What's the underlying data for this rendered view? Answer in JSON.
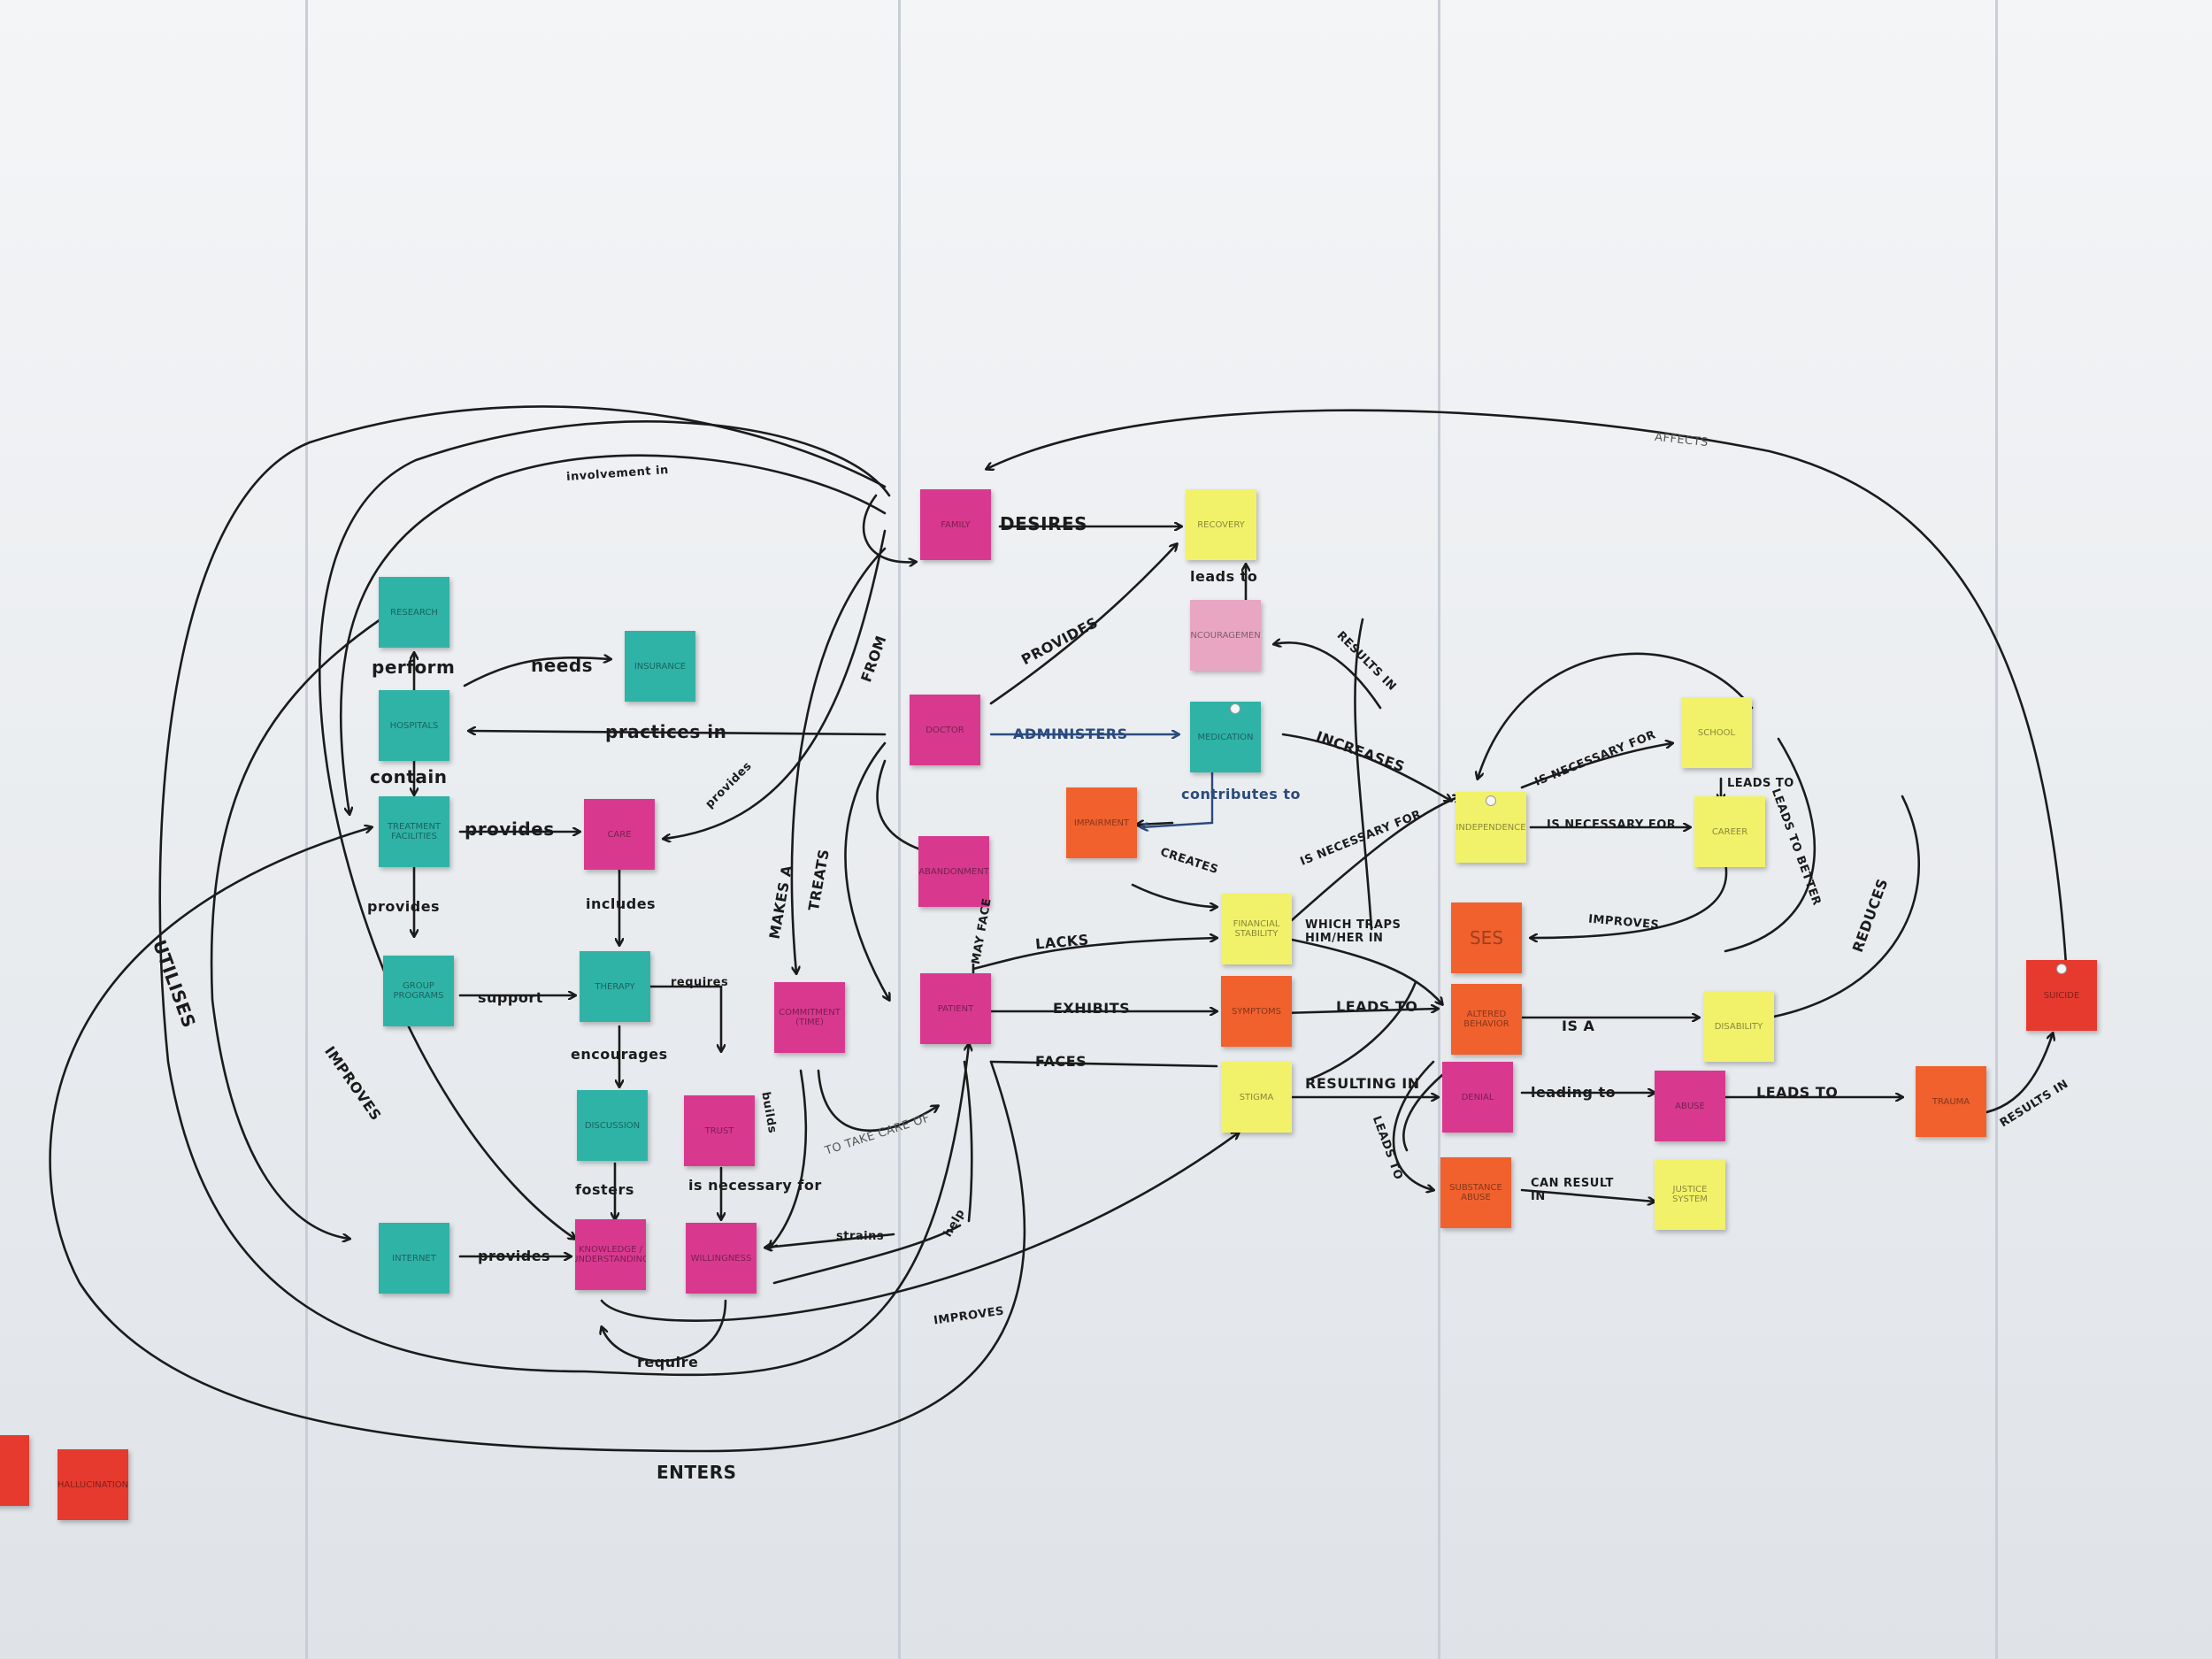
{
  "colors": {
    "teal": "#2fb3a7",
    "magenta": "#d8398f",
    "yellow": "#f2f26a",
    "orange": "#f0612e",
    "red": "#e63a2f",
    "ink": "#1b1b1b",
    "blue_ink": "#2b4a7e"
  },
  "notes": {
    "research": "Research",
    "insurance": "Insurance",
    "hospitals": "Hospitals",
    "treatment_facilities": "Treatment Facilities",
    "care": "Care",
    "group_programs": "Group Programs",
    "therapy": "Therapy",
    "discussion": "Discussion",
    "trust": "Trust",
    "internet": "Internet",
    "knowledge": "Knowledge / Understanding",
    "willingness": "Willingness",
    "commitment": "Commitment (time)",
    "family": "Family",
    "doctor": "Doctor",
    "abandonment": "Abandonment",
    "patient": "Patient",
    "recovery": "Recovery",
    "encouragement": "Encouragement",
    "medication": "Medication",
    "impairment": "Impairment",
    "financial_stability": "Financial Stability",
    "symptoms": "Symptoms",
    "stigma": "Stigma",
    "independence": "Independence",
    "school": "School",
    "career": "Career",
    "ses": "SES",
    "altered_behavior": "Altered Behavior",
    "disability": "Disability",
    "denial": "Denial",
    "abuse": "Abuse",
    "substance_abuse": "Substance Abuse",
    "justice_system": "Justice System",
    "trauma": "Trauma",
    "suicide": "Suicide",
    "hallucination": "Hallucination"
  },
  "labels": {
    "perform": "perform",
    "needs": "needs",
    "practices_in": "practices in",
    "contain": "contain",
    "provides_care": "provides",
    "provides_group": "provides",
    "includes": "includes",
    "support": "support",
    "requires": "requires",
    "encourages": "encourages",
    "fosters": "fosters",
    "is_necessary_for_will": "is necessary for",
    "provides_knowledge": "provides",
    "require": "require",
    "strains": "strains",
    "help": "help",
    "builds": "builds",
    "to_take_care_of": "TO TAKE CARE OF",
    "improves_knowledge": "IMPROVES",
    "involvement_in": "involvement in",
    "provides_diag": "provides",
    "from": "FROM",
    "makes_a": "MAKES A",
    "treats": "TREATS",
    "may_face": "MAY FACE",
    "utilises": "UTILISES",
    "improves_left": "IMPROVES",
    "enters": "ENTERS",
    "desires": "DESIRES",
    "leads_to_recovery": "leads to",
    "provides_doctor": "PROVIDES",
    "administers": "ADMINISTERS",
    "contributes_to": "contributes to",
    "creates": "CREATES",
    "results_in": "RESULTS IN",
    "increases": "INCREASES",
    "lacks": "LACKS",
    "exhibits": "EXHIBITS",
    "faces": "FACES",
    "which_traps": "WHICH TRAPS HIM/HER IN",
    "is_necessary_for_fin": "IS NECESSARY FOR",
    "leads_to_altered": "LEADS TO",
    "resulting_in": "RESULTING IN",
    "leads_to_substance": "LEADS TO",
    "is_necessary_for_school": "IS NECESSARY FOR",
    "is_necessary_for_career": "IS NECESSARY FOR",
    "leads_to_career": "LEADS TO",
    "improves_ses": "IMPROVES",
    "leads_to_better": "LEADS TO BETTER",
    "is_a": "IS A",
    "leading_to": "leading to",
    "leads_to_trauma": "LEADS TO",
    "can_result_in": "CAN RESULT IN",
    "reduces": "REDUCES",
    "results_in_suicide": "RESULTS IN",
    "affects": "AFFECTS"
  }
}
